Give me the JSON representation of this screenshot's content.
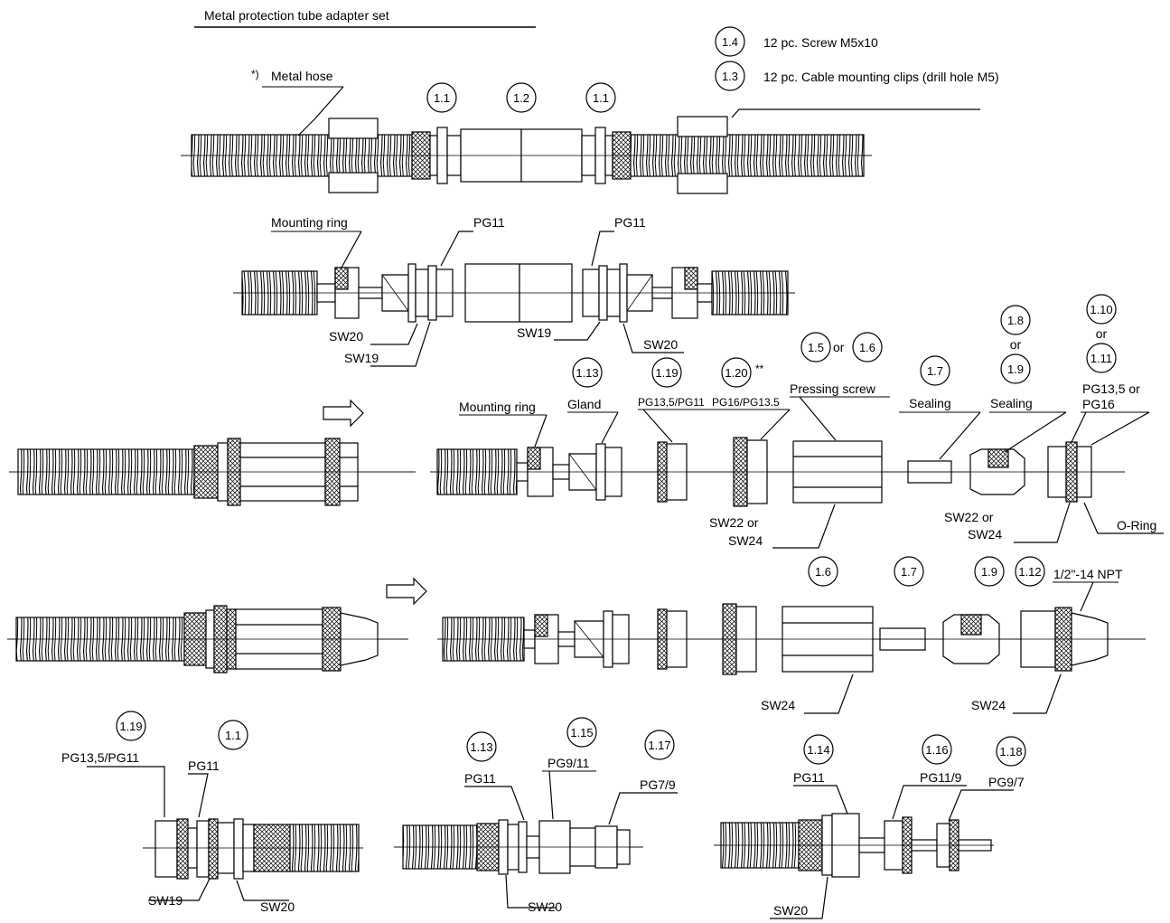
{
  "title": "Metal protection tube adapter set",
  "notes": {
    "screw_number": "1.4",
    "screw_text": "12 pc. Screw M5x10",
    "clips_number": "1.3",
    "clips_text": "12 pc. Cable mounting clips (drill hole M5)"
  },
  "row1": {
    "metal_hose_star": "*)",
    "metal_hose": "Metal hose",
    "c_left": "1.1",
    "c_mid": "1.2",
    "c_right": "1.1"
  },
  "row2": {
    "mounting_ring": "Mounting ring",
    "pg11_left": "PG11",
    "pg11_right": "PG11",
    "sw20_left": "SW20",
    "sw19_left": "SW19",
    "sw19_right": "SW19",
    "sw20_right": "SW20"
  },
  "row3": {
    "c_113": "1.13",
    "c_119": "1.19",
    "c_120": "1.20",
    "c_120_note": "**",
    "c_15": "1.5",
    "or_a": "or",
    "c_16": "1.6",
    "c_17": "1.7",
    "c_18": "1.8",
    "or_b": "or",
    "c_19": "1.9",
    "c_110": "1.10",
    "or_c": "or",
    "c_111": "1.11",
    "mounting_ring": "Mounting ring",
    "gland": "Gland",
    "pg135_pg11": "PG13,5/PG11",
    "pg16_pg135": "PG16/PG13.5",
    "pressing_screw": "Pressing screw",
    "sealing_a": "Sealing",
    "sealing_b": "Sealing",
    "pg135_or": "PG13,5 or",
    "pg16": "PG16",
    "sw22_or_a": "SW22 or",
    "sw24_a": "SW24",
    "sw22_or_b": "SW22 or",
    "sw24_b": "SW24",
    "o_ring": "O-Ring"
  },
  "row4": {
    "c_16": "1.6",
    "c_17": "1.7",
    "c_19": "1.9",
    "c_112": "1.12",
    "npt": "1/2\"-14 NPT",
    "sw24_a": "SW24",
    "sw24_b": "SW24"
  },
  "row5": {
    "c_119": "1.19",
    "c_11": "1.1",
    "pg135_pg11": "PG13,5/PG11",
    "pg11_a": "PG11",
    "sw19": "SW19",
    "sw20_a": "SW20",
    "c_113": "1.13",
    "c_115": "1.15",
    "c_117": "1.17",
    "pg11_b": "PG11",
    "pg9_11": "PG9/11",
    "pg7_9": "PG7/9",
    "sw20_b": "SW20",
    "c_114": "1.14",
    "c_116": "1.16",
    "c_118": "1.18",
    "pg11_c": "PG11",
    "pg11_9": "PG11/9",
    "pg9_7": "PG9/7",
    "sw20_c": "SW20"
  }
}
